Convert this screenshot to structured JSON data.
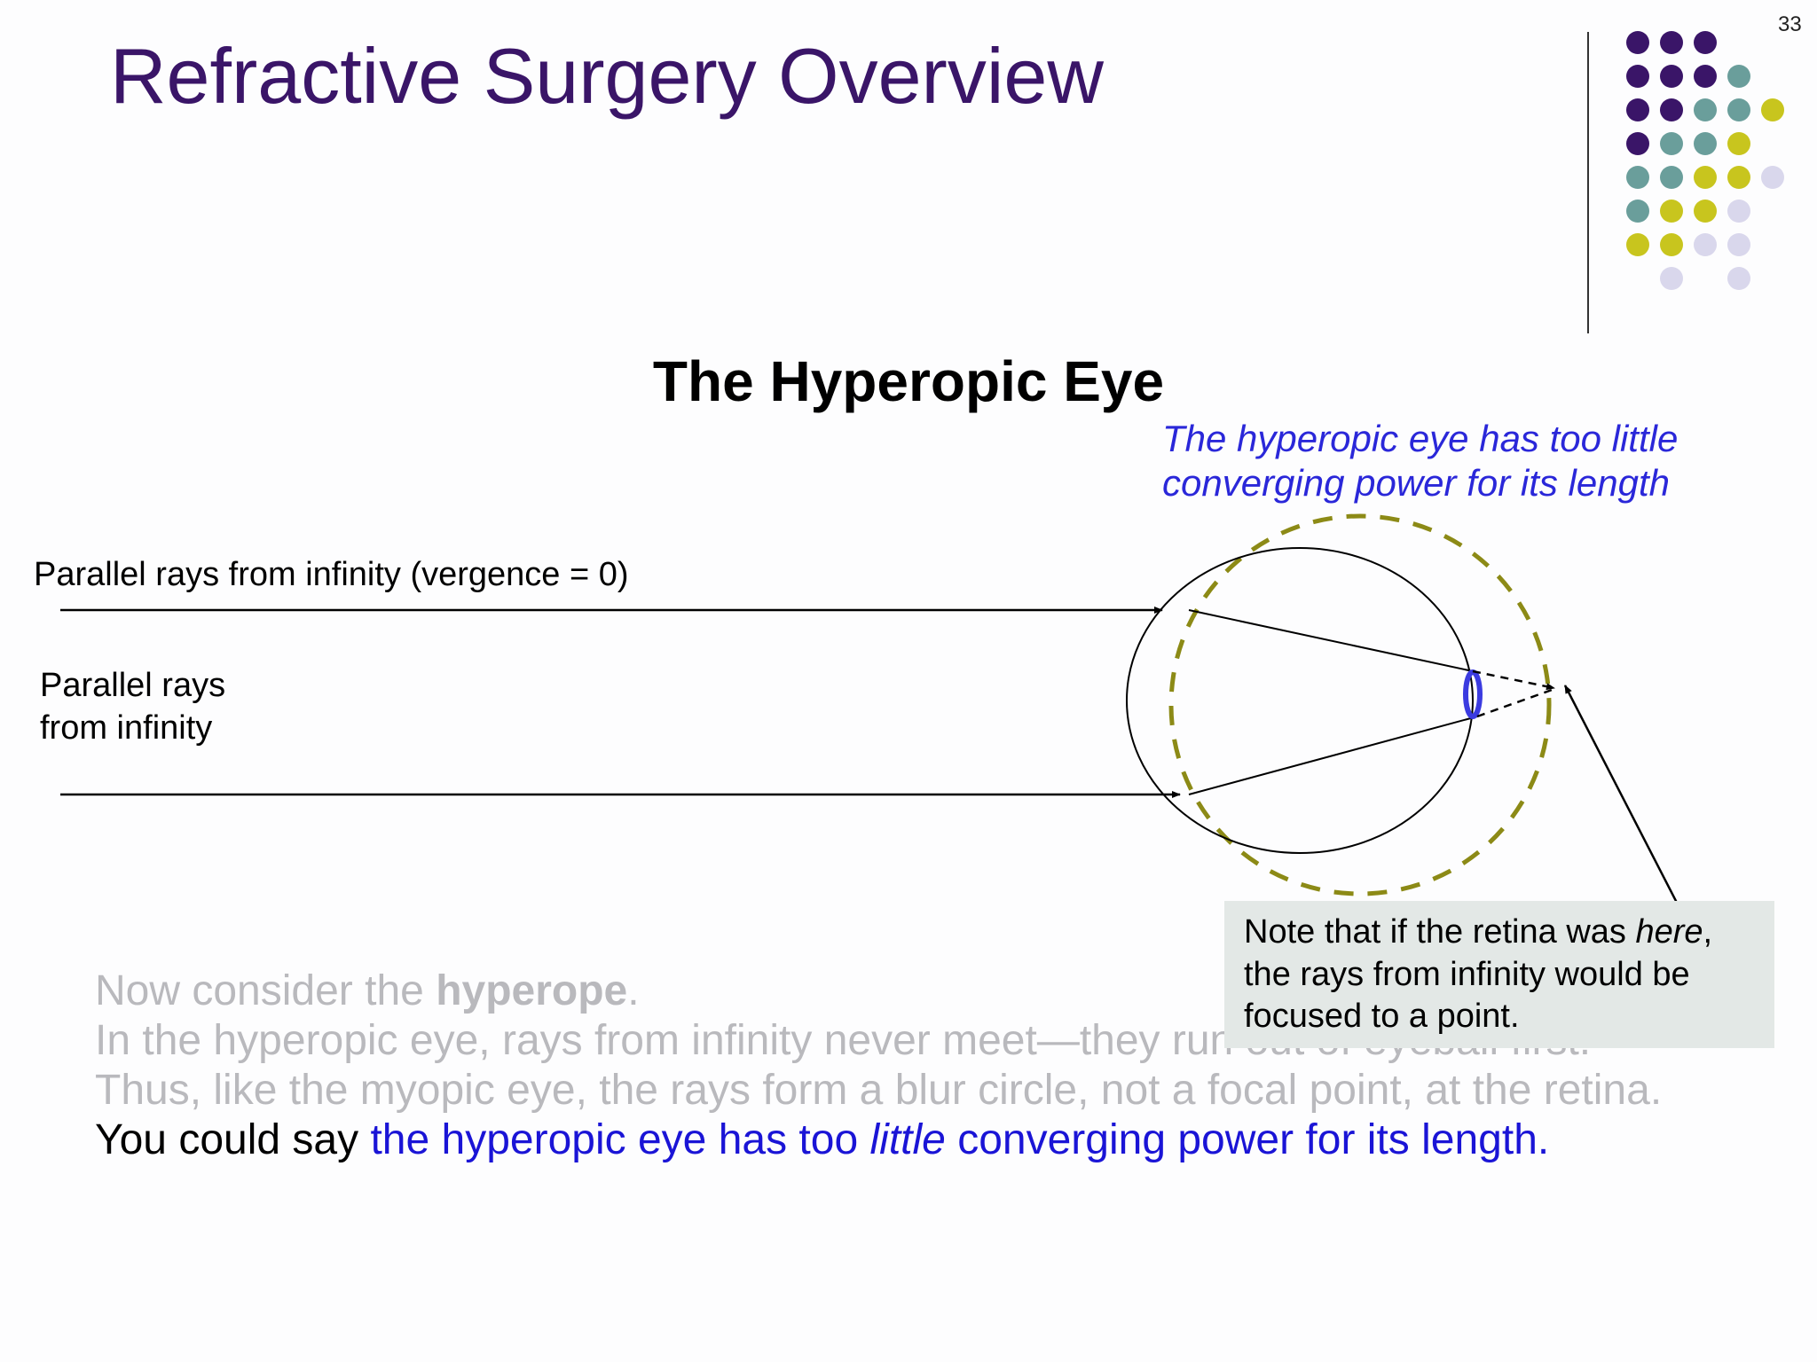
{
  "slide": {
    "title": "Refractive Surgery Overview",
    "number": "33",
    "subtitle": "The Hyperopic Eye"
  },
  "callout": {
    "line1": "The hyperopic eye has too little",
    "line2": "converging power for its length"
  },
  "labels": {
    "rays_top": "Parallel rays from infinity (vergence = 0)",
    "rays_left_line1": "Parallel rays",
    "rays_left_line2": "from infinity"
  },
  "note": {
    "line1_pre": "Note that if the retina was ",
    "line1_em": "here",
    "line1_post": ",",
    "line2": "the rays from infinity would be",
    "line3": "focused to a point."
  },
  "body": {
    "line1_pre": "Now consider the ",
    "line1_bold": "hyperope",
    "line1_post": ".",
    "line2": "In the hyperopic eye, rays from infinity never meet—they run out of eyeball first.",
    "line3": "Thus, like the myopic eye, the rays form a blur circle, not a focal point, at the retina.",
    "line4_pre": "You could say ",
    "line4_blue_pre": "the hyperopic eye has too ",
    "line4_blue_em": "little",
    "line4_blue_post": " converging power for its length."
  },
  "colors": {
    "title": "#3a1568",
    "callout": "#2a27d9",
    "dashed_circle": "#8c8a16",
    "lens": "#3b3be0",
    "note_bg": "#e3e8e6",
    "dot_purple": "#3a1568",
    "dot_teal": "#6a9e9b",
    "dot_yellow": "#c8c51e",
    "dot_lilac": "#d9d7ec"
  }
}
